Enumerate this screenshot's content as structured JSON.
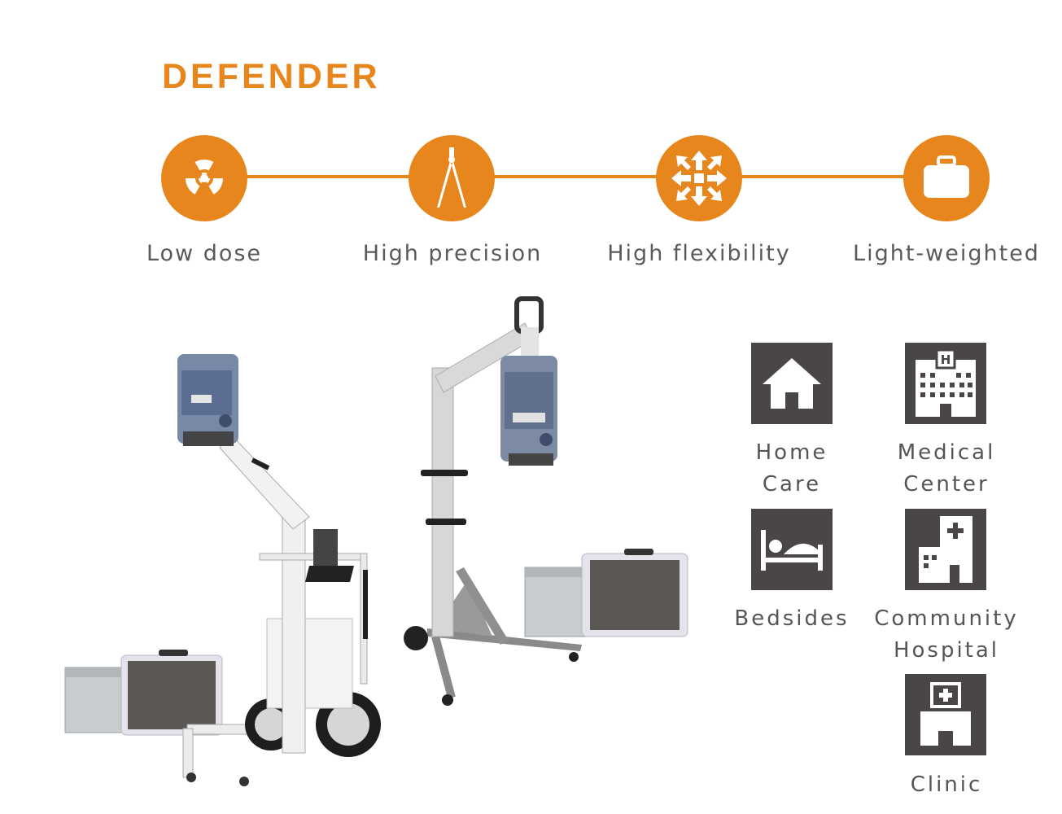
{
  "brand": {
    "title": "DEFENDER",
    "accent_color": "#e8861e",
    "icon_tile_color": "#4a4645"
  },
  "features": [
    {
      "label": "Low dose",
      "icon": "radiation-icon"
    },
    {
      "label": "High precision",
      "icon": "compass-icon"
    },
    {
      "label": "High flexibility",
      "icon": "move-arrows-icon"
    },
    {
      "label": "Light-weighted",
      "icon": "suitcase-icon"
    }
  ],
  "usage": [
    {
      "line1": "Home",
      "line2": "Care",
      "icon": "house-icon"
    },
    {
      "line1": "Medical",
      "line2": "Center",
      "icon": "medical-center-building-icon"
    },
    {
      "line1": "Bedsides",
      "line2": "",
      "icon": "bed-icon"
    },
    {
      "line1": "Community",
      "line2": "Hospital",
      "icon": "hospital-building-icon"
    },
    {
      "line1": "Clinic",
      "line2": "",
      "icon": "clinic-icon"
    }
  ]
}
